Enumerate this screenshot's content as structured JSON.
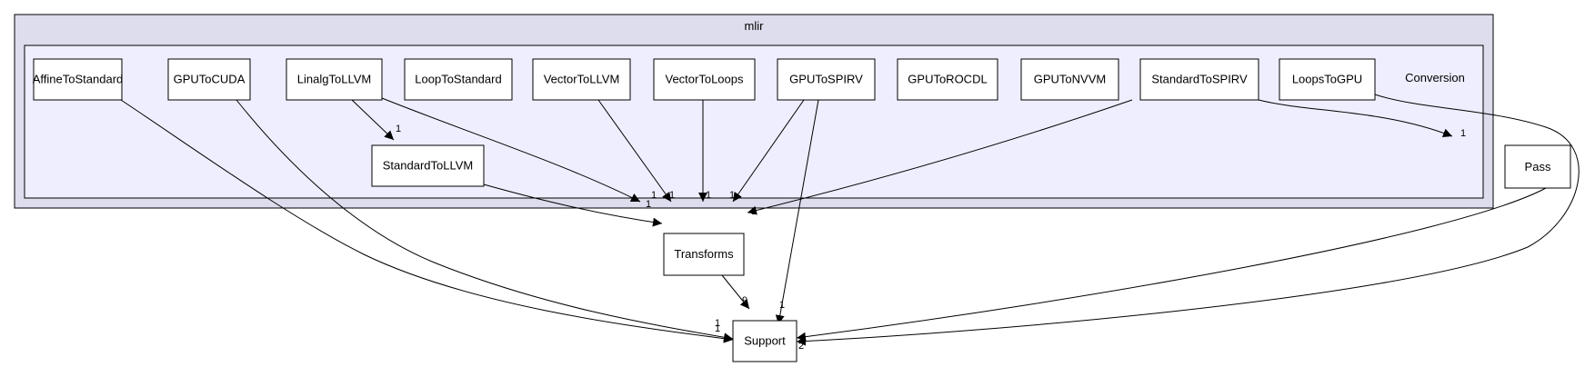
{
  "clusters": {
    "outer": "mlir",
    "inner": "Conversion"
  },
  "nodes": {
    "affine_to_standard": "AffineToStandard",
    "gpu_to_cuda": "GPUToCUDA",
    "linalg_to_llvm": "LinalgToLLVM",
    "loop_to_standard": "LoopToStandard",
    "vector_to_llvm": "VectorToLLVM",
    "vector_to_loops": "VectorToLoops",
    "gpu_to_spirv": "GPUToSPIRV",
    "gpu_to_rocdl": "GPUToROCDL",
    "gpu_to_nvvm": "GPUToNVVM",
    "standard_to_spirv": "StandardToSPIRV",
    "loops_to_gpu": "LoopsToGPU",
    "standard_to_llvm": "StandardToLLVM",
    "transforms": "Transforms",
    "support": "Support",
    "pass": "Pass"
  },
  "edges": [
    {
      "from": "LinalgToLLVM",
      "to": "StandardToLLVM",
      "label": "1"
    },
    {
      "from": "AffineToStandard",
      "to": "Support",
      "label": "1"
    },
    {
      "from": "GPUToCUDA",
      "to": "Support",
      "label": "1"
    },
    {
      "from": "LinalgToLLVM",
      "to": "Transforms",
      "label": "1"
    },
    {
      "from": "StandardToLLVM",
      "to": "Transforms",
      "label": "1"
    },
    {
      "from": "VectorToLLVM",
      "to": "Transforms",
      "label": "1"
    },
    {
      "from": "VectorToLoops",
      "to": "Transforms",
      "label": "1"
    },
    {
      "from": "GPUToSPIRV",
      "to": "Transforms",
      "label": "1"
    },
    {
      "from": "GPUToSPIRV",
      "to": "Support",
      "label": "1"
    },
    {
      "from": "StandardToSPIRV",
      "to": "Transforms",
      "label": "1"
    },
    {
      "from": "StandardToSPIRV",
      "to": "Pass",
      "label": "1"
    },
    {
      "from": "LoopsToGPU",
      "to": "Support",
      "label": "2"
    },
    {
      "from": "Transforms",
      "to": "Support",
      "label": "9"
    },
    {
      "from": "Pass",
      "to": "Support",
      "label": "2"
    }
  ]
}
